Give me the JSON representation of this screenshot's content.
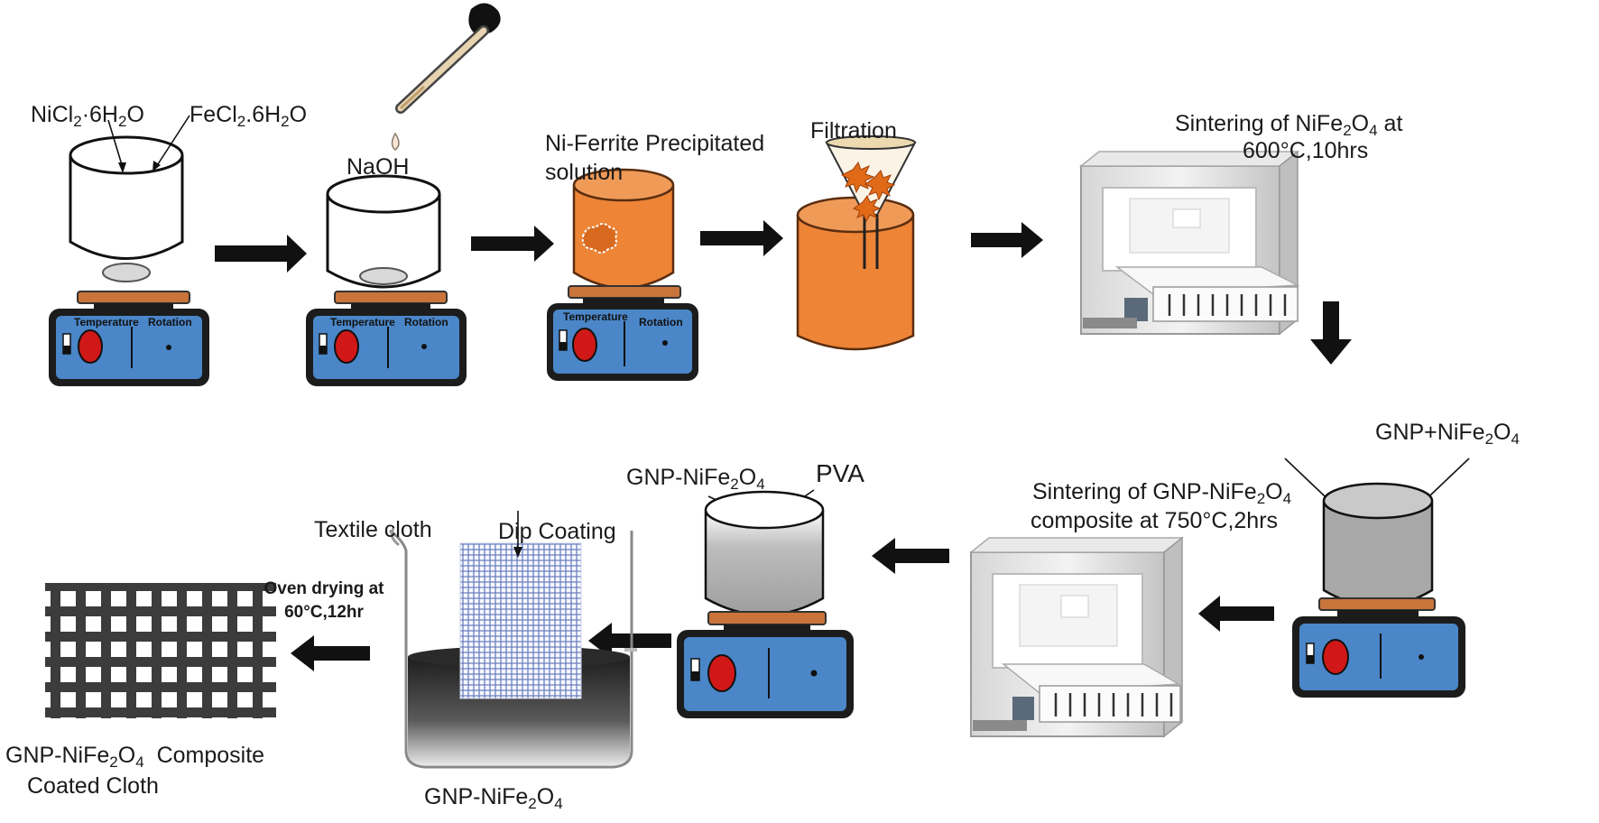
{
  "labels": {
    "nicl2": "NiCl",
    "nicl2_sub1": "2",
    "nicl2_mid": "·6H",
    "nicl2_sub2": "2",
    "nicl2_end": "O",
    "fecl2": "FeCl",
    "fecl2_sub1": "2",
    "fecl2_mid": ".6H",
    "fecl2_sub2": "2",
    "fecl2_end": "O",
    "naoh": "NaOH",
    "precip_line1": "Ni-Ferrite Precipitated",
    "precip_line2": "solution",
    "filtration": "Filtration",
    "sinter1_a": "Sintering of NiFe",
    "sinter1_sub1": "2",
    "sinter1_b": "O",
    "sinter1_sub2": "4",
    "sinter1_c": " at",
    "sinter1_line2": "600°C,10hrs",
    "gnp_nife_a": "GNP+NiFe",
    "gnp_nife_sub1": "2",
    "gnp_nife_b": "O",
    "gnp_nife_sub2": "4",
    "sinter2_a": "Sintering of GNP-NiFe",
    "sinter2_sub1": "2",
    "sinter2_b": "O",
    "sinter2_sub2": "4",
    "sinter2_line2": "composite at 750°C,2hrs",
    "gnp_left_a": "GNP-NiFe",
    "gnp_left_sub1": "2",
    "gnp_left_b": "O",
    "gnp_left_sub2": "4",
    "pva": "PVA",
    "textile": "Textile cloth",
    "dip": "Dip Coating",
    "oven_line1": "Oven drying at",
    "oven_line2": "60°C,12hr",
    "beaker_a": "GNP-NiFe",
    "beaker_sub1": "2",
    "beaker_b": "O",
    "beaker_sub2": "4",
    "composite_a": "GNP-NiFe",
    "composite_sub1": "2",
    "composite_b": "O",
    "composite_sub2": "4",
    "composite_c": "Composite",
    "composite_line2": "Coated Cloth",
    "stirrer_temp": "Temperature",
    "stirrer_rot": "Rotation"
  },
  "colors": {
    "stirrer_blue": "#4a86c8",
    "stirrer_dark": "#1c1c1c",
    "hot_plate": "#c8743a",
    "knob_red": "#d01818",
    "orange_solution": "#ee8436",
    "gray_solution": "#a8a8a8",
    "arrow": "#111111"
  }
}
